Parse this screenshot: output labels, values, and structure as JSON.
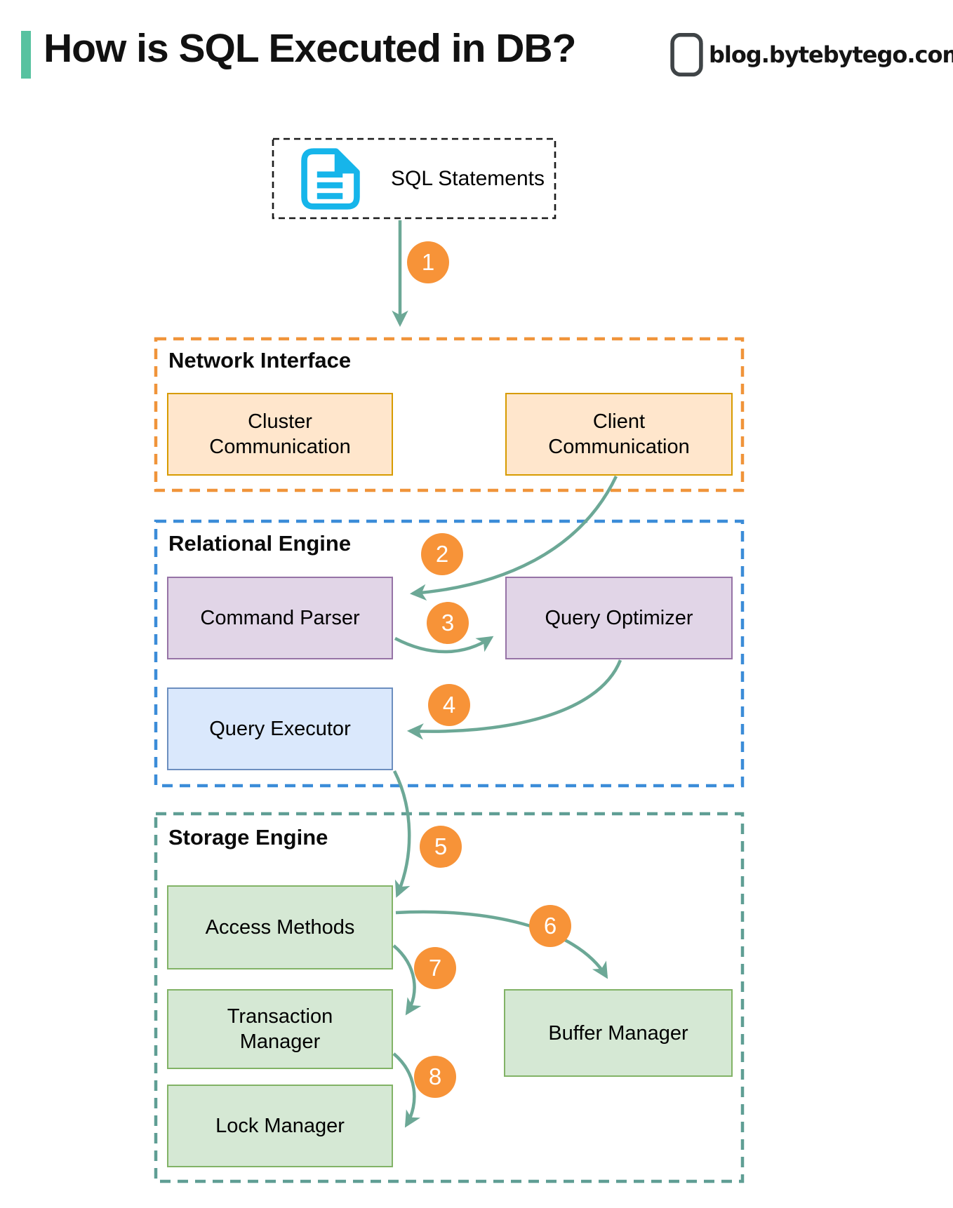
{
  "header": {
    "title": "How is SQL Executed in DB?",
    "brand": "blog.bytebytego.com",
    "logo_icon": "bytebytego-owl-logo-icon"
  },
  "source": {
    "label": "SQL Statements",
    "icon": "document-icon"
  },
  "containers": {
    "network_interface": {
      "label": "Network Interface"
    },
    "relational_engine": {
      "label": "Relational Engine"
    },
    "storage_engine": {
      "label": "Storage Engine"
    }
  },
  "nodes": {
    "cluster_communication": {
      "label": "Cluster\nCommunication",
      "group": "Network Interface"
    },
    "client_communication": {
      "label": "Client\nCommunication",
      "group": "Network Interface"
    },
    "command_parser": {
      "label": "Command Parser",
      "group": "Relational Engine"
    },
    "query_optimizer": {
      "label": "Query Optimizer",
      "group": "Relational Engine"
    },
    "query_executor": {
      "label": "Query Executor",
      "group": "Relational Engine"
    },
    "access_methods": {
      "label": "Access Methods",
      "group": "Storage Engine"
    },
    "transaction_manager": {
      "label": "Transaction\nManager",
      "group": "Storage Engine"
    },
    "lock_manager": {
      "label": "Lock Manager",
      "group": "Storage Engine"
    },
    "buffer_manager": {
      "label": "Buffer Manager",
      "group": "Storage Engine"
    }
  },
  "steps": [
    "1",
    "2",
    "3",
    "4",
    "5",
    "6",
    "7",
    "8"
  ],
  "flows": [
    {
      "step": "1",
      "from": "SQL Statements",
      "to": "Network Interface"
    },
    {
      "step": "2",
      "from": "Client Communication",
      "to": "Command Parser"
    },
    {
      "step": "3",
      "from": "Command Parser",
      "to": "Query Optimizer"
    },
    {
      "step": "4",
      "from": "Query Optimizer",
      "to": "Query Executor"
    },
    {
      "step": "5",
      "from": "Query Executor",
      "to": "Access Methods"
    },
    {
      "step": "6",
      "from": "Access Methods",
      "to": "Buffer Manager"
    },
    {
      "step": "7",
      "from": "Access Methods",
      "to": "Transaction Manager"
    },
    {
      "step": "8",
      "from": "Transaction Manager",
      "to": "Lock Manager"
    }
  ],
  "colors": {
    "accent": "#57C2A0",
    "icon_cyan": "#16B5EA",
    "arrow": "#6CA896",
    "step_orange": "#F79338",
    "dash_black": "#1a1a1a",
    "dash_orange": "#F0943A",
    "dash_blue": "#3B8CD8",
    "dash_teal": "#5F9E94",
    "peach_fill": "#FFE6CC",
    "peach_stroke": "#D79B00",
    "purple_fill": "#E1D5E7",
    "purple_stroke": "#9673A6",
    "blue_fill": "#DAE8FC",
    "blue_stroke": "#6C8EBF",
    "green_fill": "#D5E8D4",
    "green_stroke": "#82B366",
    "logo_dark": "#3F4447",
    "logo_green": "#6FD9A8"
  }
}
